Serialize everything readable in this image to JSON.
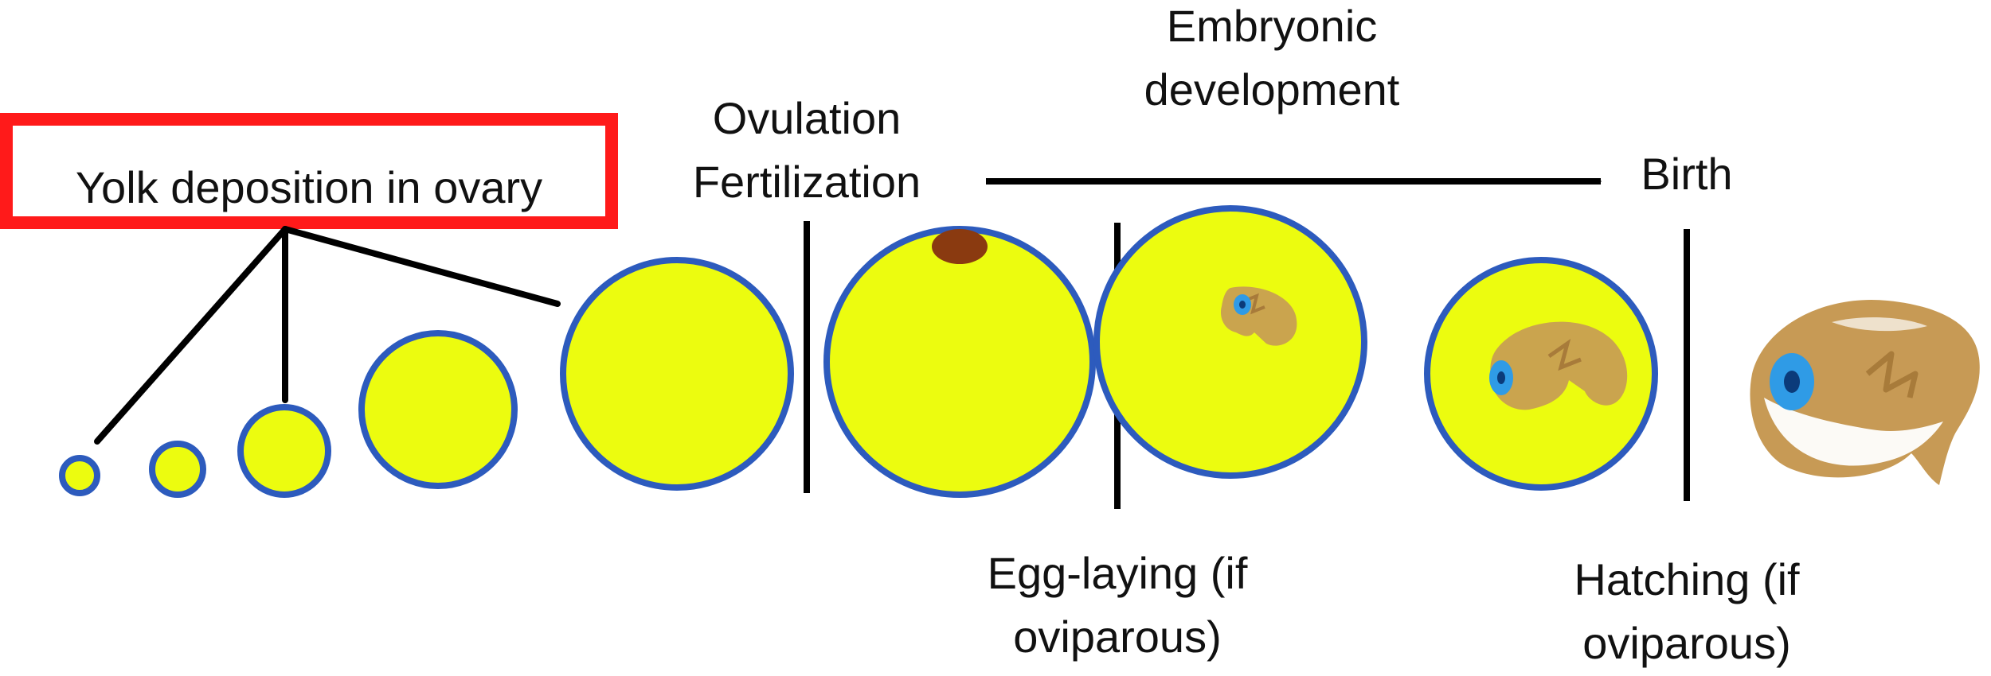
{
  "labels": {
    "yolk_deposition": "Yolk deposition in ovary",
    "ovulation": "Ovulation",
    "fertilization": "Fertilization",
    "embryonic_line1": "Embryonic",
    "embryonic_line2": "development",
    "birth": "Birth",
    "egg_laying_line1": "Egg-laying (if",
    "egg_laying_line2": "oviparous)",
    "hatching_line1": "Hatching (if",
    "hatching_line2": "oviparous)"
  },
  "colors": {
    "highlight_box": "#ff1a1a",
    "yolk_fill": "#ecfc0f",
    "egg_outline": "#2d5bbd",
    "embryo_body": "#c79a55",
    "embryo_eye": "#2f9be6",
    "germinal_disc": "#8a3a10",
    "line": "#000000"
  }
}
